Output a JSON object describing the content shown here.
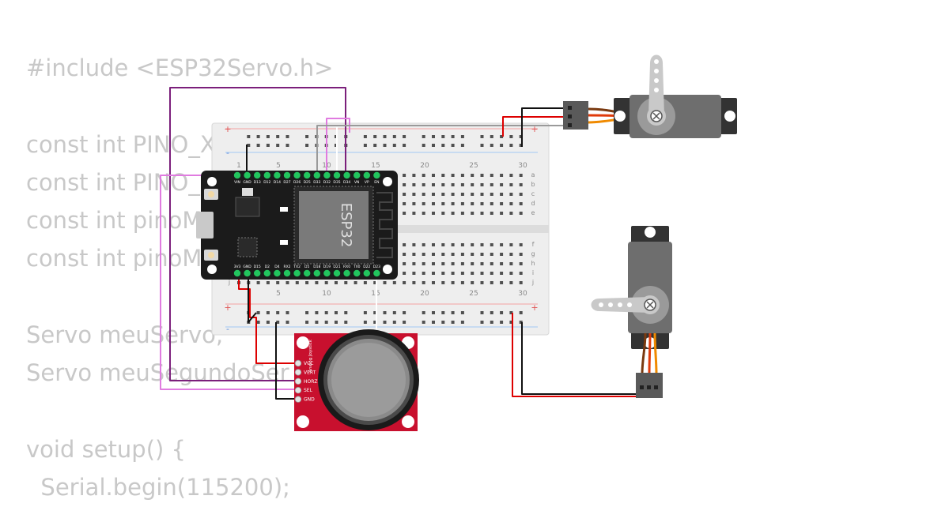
{
  "code_lines": [
    "#include <ESP32Servo.h>",
    "",
    "const int PINO_X",
    "const int PINO_",
    "const int pinoM",
    "const int pinoM",
    "",
    "Servo meuServo;",
    "Servo meuSegundoSer",
    "",
    "void setup() {",
    "  Serial.begin(115200);"
  ],
  "breadboard": {
    "column_numbers": [
      "1",
      "5",
      "10",
      "15",
      "20",
      "25",
      "30"
    ],
    "rows_top": [
      "a",
      "b",
      "c",
      "d",
      "e"
    ],
    "rows_bottom": [
      "f",
      "g",
      "h",
      "i",
      "j"
    ],
    "rail_plus": "+",
    "rail_minus": "-"
  },
  "esp32": {
    "chip_label": "ESP32",
    "top_pins": [
      "VIN",
      "GND",
      "D13",
      "D12",
      "D14",
      "D27",
      "D26",
      "D25",
      "D33",
      "D32",
      "D35",
      "D34",
      "VN",
      "VP",
      "EN"
    ],
    "bottom_pins": [
      "3V3",
      "GND",
      "D15",
      "D2",
      "D4",
      "RX2",
      "TX2",
      "D5",
      "D18",
      "D19",
      "D21",
      "RX0",
      "TX0",
      "D22",
      "D23"
    ]
  },
  "joystick": {
    "title": "Analog Joystick",
    "pins": [
      "VCC",
      "VERT",
      "HORZ",
      "SEL",
      "GND"
    ]
  },
  "colors": {
    "breadboard": "#eeeeee",
    "esp32_board": "#1b1b1b",
    "pin_green": "#22c55e",
    "joystick_board": "#c8102e",
    "servo_body": "#6e6e6e",
    "wire_purple": "#7b1f7b",
    "wire_pink": "#e07be0",
    "wire_red": "#dd0000",
    "wire_black": "#111111",
    "wire_gray": "#9a9a9a",
    "wire_white": "#ffffff",
    "code_text": "#c8c8c8"
  }
}
